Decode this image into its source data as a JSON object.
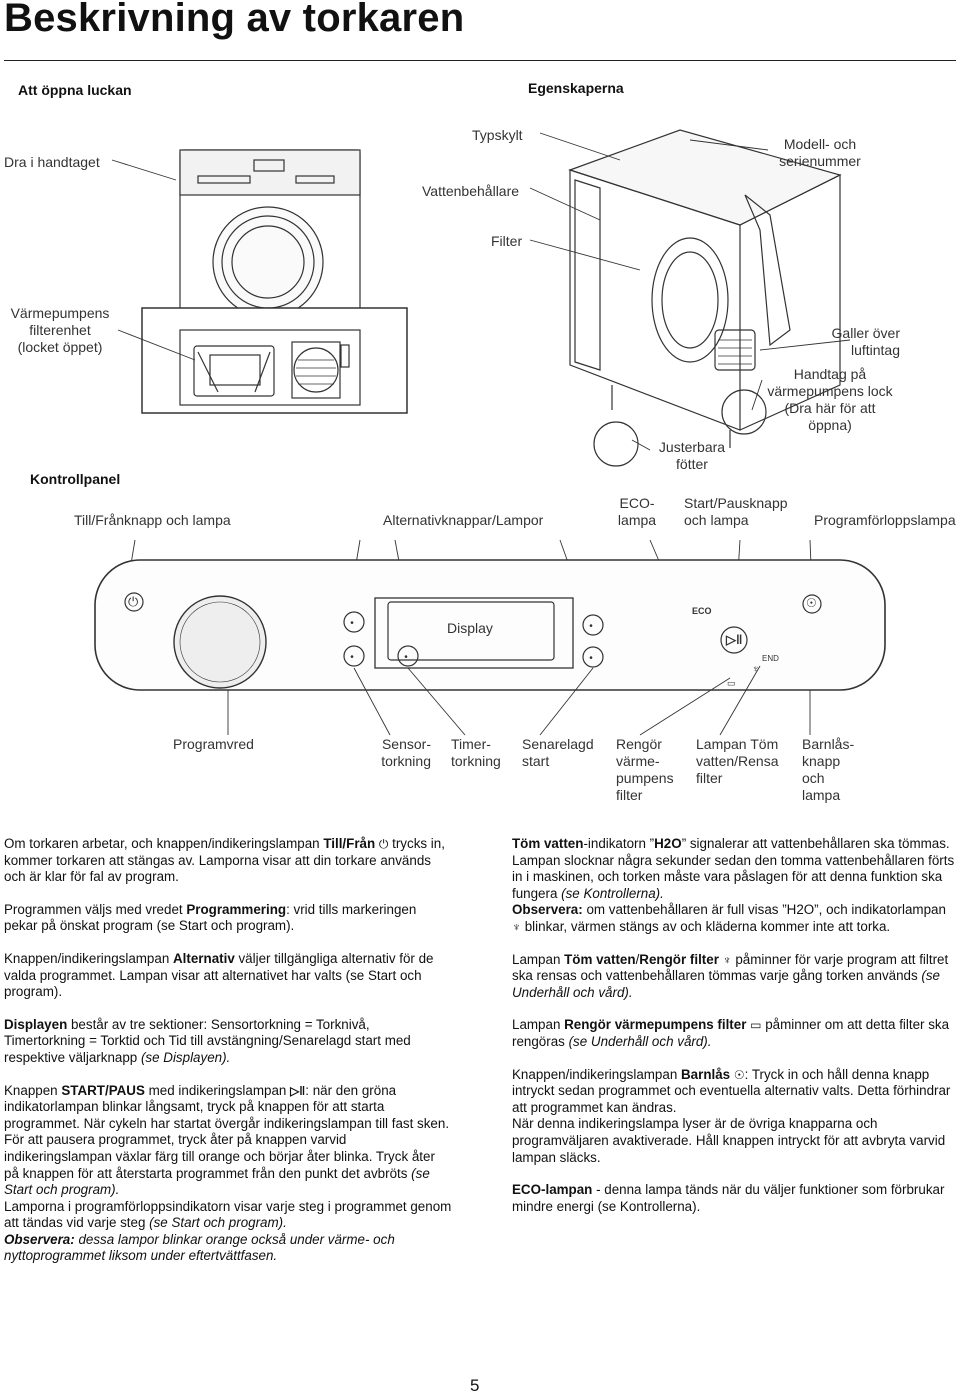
{
  "page_title": "Beskrivning av torkaren",
  "page_number": "5",
  "diagram": {
    "open_door": "Att öppna luckan",
    "features": "Egenskaperna",
    "pull_handle": "Dra i handtaget",
    "rating_plate": "Typskylt",
    "model_serial": "Modell- och\nserienummer",
    "water_container": "Vattenbehållare",
    "filter": "Filter",
    "heatpump_filter_unit": "Värmepumpens\nfilterenhet\n(locket öppet)",
    "air_grille": "Galler över\nluftintag",
    "heatpump_lid_handle": "Handtag på\nvärmepumpens lock\n(Dra här för att\nöppna)",
    "adjustable_feet": "Justerbara\nfötter",
    "control_panel": "Kontrollpanel",
    "onoff_label": "Till/Frånknapp och lampa",
    "option_buttons_label": "Alternativknappar/Lampor",
    "eco_lamp_label": "ECO-\nlampa",
    "start_pause_label": "Start/Pausknapp\noch lampa",
    "progress_lamp_label": "Programförloppslampa",
    "display": "Display",
    "eco_text": "ECO",
    "end_text": "END",
    "program_dial": "Programvred",
    "sensor_drying": "Sensor-\ntorkning",
    "timer_drying": "Timer-\ntorkning",
    "delayed_start": "Senarelagd\nstart",
    "clean_hp_filter": "Rengör\nvärme-\npumpens\nfilter",
    "empty_water_lamp": "Lampan Töm\nvatten/Rensa\nfilter",
    "child_lock": "Barnlås-\nknapp\noch\nlampa"
  },
  "left_column": {
    "p1a": "Om torkaren arbetar, och knappen/indikeringslampan ",
    "p1b": "Till/Från",
    "p1c": " trycks in, kommer torkaren att stängas av. Lamporna visar att din torkare används och är klar för fal av program.",
    "p2a": "Programmen väljs med vredet ",
    "p2b": "Programmering",
    "p2c": ": vrid tills markeringen pekar på önskat program (se Start och program).",
    "p3a": "Knappen/indikeringslampan ",
    "p3b": "Alternativ",
    "p3c": " väljer tillgängliga alternativ för de valda programmet. Lampan visar att alternativet har valts (se Start och program).",
    "p4a": "Displayen",
    "p4b": " består av tre sektioner: Sensortorkning = Torknivå, Timertorkning = Torktid och Tid till avstängning/Senarelagd start med respektive väljarknapp ",
    "p4c": "(se Displayen).",
    "p5a": "Knappen ",
    "p5b": "START/PAUS",
    "p5c": " med indikeringslampan ",
    "p5d": ": när den gröna indikatorlampan blinkar långsamt, tryck på knappen för att starta programmet. När cykeln har startat övergår indikeringslampan till fast sken. För att pausera programmet, tryck åter på knappen varvid indikeringslampan växlar färg till orange och börjar åter blinka. Tryck åter på knappen för att återstarta programmet från den punkt det avbröts ",
    "p5e": "(se Start och program).",
    "p5f": "Lamporna i programförloppsindikatorn visar varje steg i programmet genom att tändas vid varje steg ",
    "p5g": "(se Start och program).",
    "p5h": "Observera:",
    "p5i": " dessa lampor blinkar orange också under värme- och nyttoprogrammet liksom under eftertvättfasen."
  },
  "right_column": {
    "p1a": "Töm vatten",
    "p1b": "-indikatorn ”",
    "p1c": "H2O",
    "p1d": "” signalerar att vattenbehållaren ska tömmas. Lampan slocknar några sekunder sedan den tomma vattenbehållaren förts in i maskinen, och torken måste vara påslagen för att denna funktion ska fungera ",
    "p1e": "(se Kontrollerna).",
    "p1f": "Observera:",
    "p1g": " om vattenbehållaren är full visas ”H2O”, och indikatorlampan ",
    "p1h": " blinkar, värmen stängs av och kläderna kommer inte att torka.",
    "p2a": "Lampan ",
    "p2b": "Töm vatten",
    "p2c": "/",
    "p2d": "Rengör filter",
    "p2e": " påminner för varje program att filtret ska rensas och vattenbehållaren tömmas varje gång torken används ",
    "p2f": "(se Underhåll och vård).",
    "p3a": "Lampan ",
    "p3b": "Rengör värmepumpens filter",
    "p3c": " påminner om att detta filter ska rengöras ",
    "p3d": "(se Underhåll och vård).",
    "p4a": "Knappen/indikeringslampan ",
    "p4b": "Barnlås",
    "p4c": ": Tryck in och håll denna knapp intryckt sedan programmet och eventuella alternativ valts. Detta förhindrar att programmet kan ändras.",
    "p4d": "När denna indikeringslampa lyser är de övriga knapparna och programväljaren avaktiverade. Håll knappen intryckt för att avbryta varvid lampan släcks.",
    "p5a": "ECO-lampan",
    "p5b": " - denna lampa tänds när du väljer funktioner som förbrukar mindre energi (se Kontrollerna)."
  }
}
